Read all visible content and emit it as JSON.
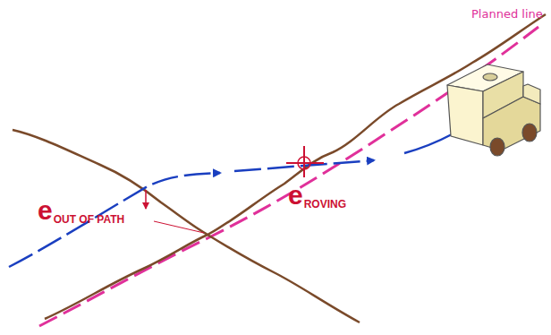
{
  "diagram": {
    "labels": [
      "Planned line",
      "e",
      "OUT OF PATH",
      "e",
      "ROVING"
    ]
  }
}
